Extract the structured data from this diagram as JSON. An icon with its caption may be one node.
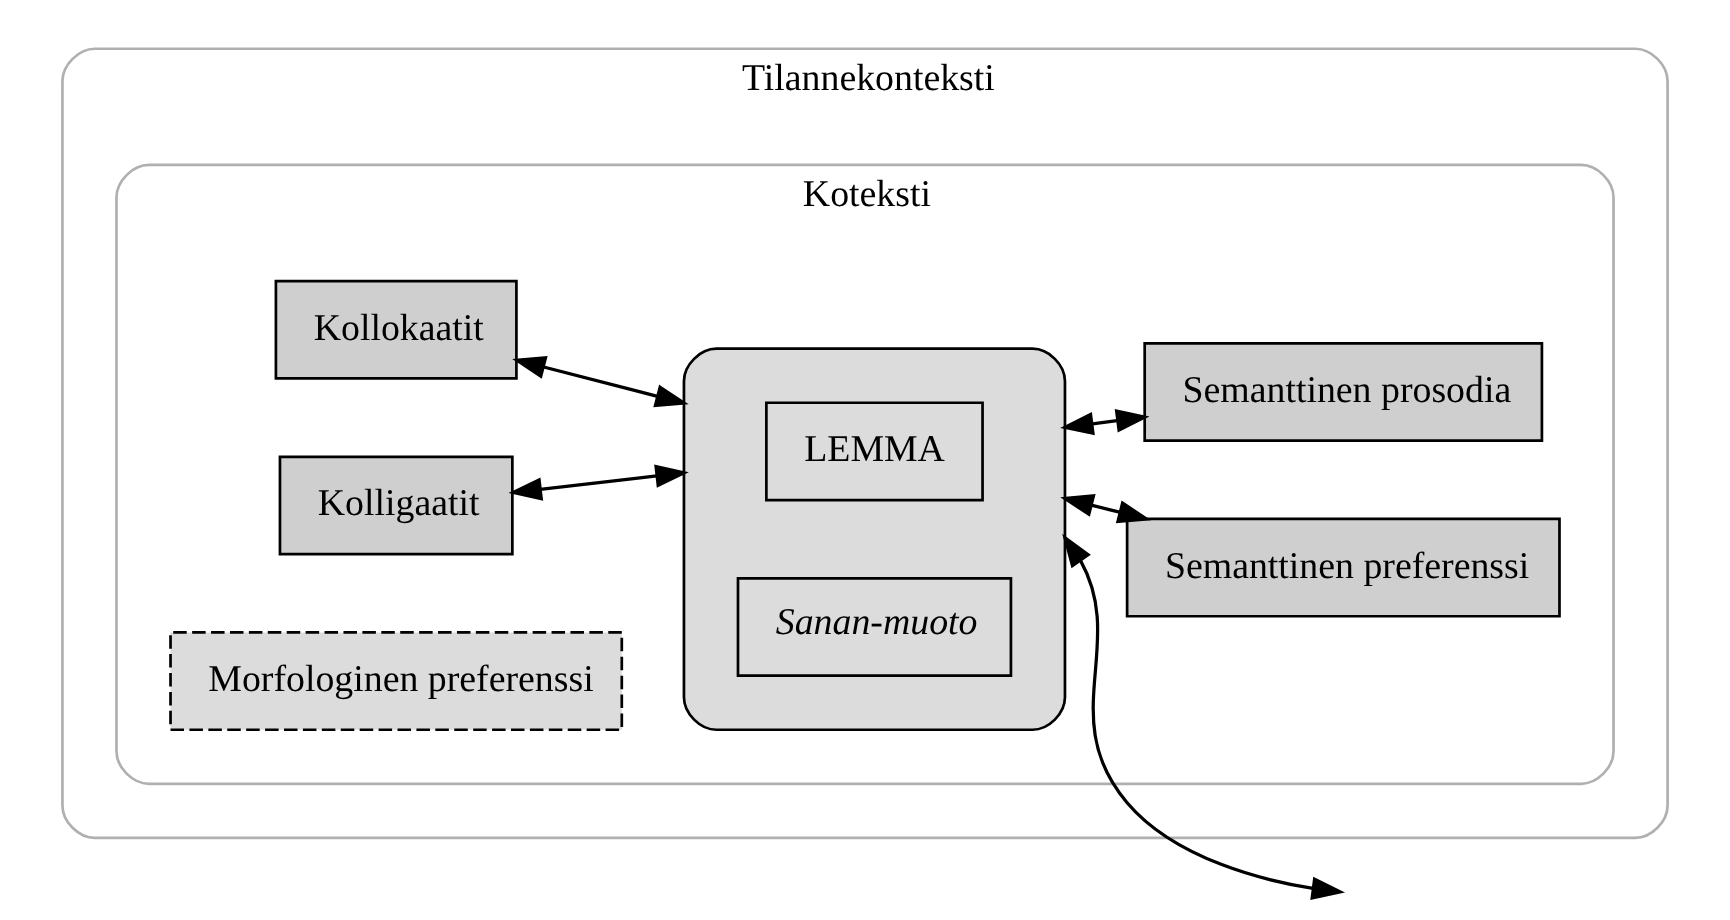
{
  "diagram": {
    "nodes": [
      {
        "text": [
          "Tilannekonteksti"
        ]
      },
      {
        "text": [
          "Koteksti"
        ],
        "in": 0
      },
      {
        "text": [],
        "shape": "box",
        "in": 1
      },
      {
        "text": [
          "LEMMA"
        ],
        "in": 2
      },
      {
        "text": [
          "Sanan-muoto"
        ],
        "in": 2
      },
      {
        "text": [
          "Kollokaatit"
        ],
        "in": 1
      },
      {
        "text": [
          "Kolligaatit"
        ],
        "in": 1
      },
      {
        "text": [
          "Morfologinen preferenssi"
        ],
        "in": 1
      },
      {
        "text": [
          "Semanttinen preferenssi"
        ],
        "in": 1
      },
      {
        "text": [
          "Semanttinen prosodia"
        ],
        "in": 1
      }
    ],
    "edges": [
      {
        "from": 2,
        "to": null,
        "arrow": "both"
      },
      {
        "from": 5,
        "to": 2,
        "arrow": "both"
      },
      {
        "from": 6,
        "to": 2,
        "arrow": "both"
      },
      {
        "from": 2,
        "to": 8,
        "arrow": "both"
      },
      {
        "from": 2,
        "to": 9,
        "arrow": "both"
      }
    ]
  }
}
